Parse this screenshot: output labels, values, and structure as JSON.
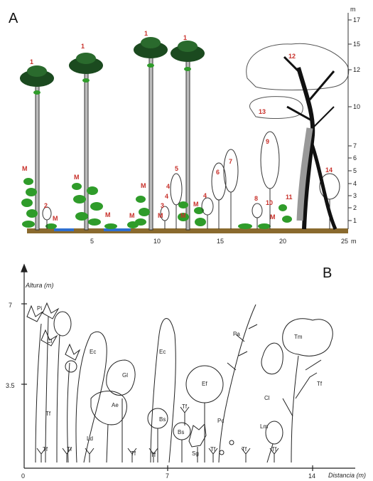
{
  "panel_a": {
    "label": "A",
    "vertical_unit": "m",
    "horizontal_unit": "m",
    "vertical_ticks": [
      "17",
      "15",
      "12",
      "10",
      "7",
      "6",
      "5",
      "4",
      "3",
      "2",
      "1"
    ],
    "horizontal_ticks": [
      "5",
      "10",
      "15",
      "20",
      "25"
    ],
    "tree_labels": [
      "1",
      "1",
      "1",
      "1",
      "2",
      "3",
      "4",
      "4",
      "5",
      "6",
      "7",
      "8",
      "9",
      "10",
      "11",
      "12",
      "13",
      "14",
      "4"
    ],
    "marker_label": "M",
    "colors": {
      "label": "#c8302a",
      "foliage": "#2f9c2a",
      "water": "#2e6fd0",
      "ground": "#8a6a2e",
      "trunk": "#111111"
    }
  },
  "panel_b": {
    "label": "B",
    "y_axis_title": "Altura (m)",
    "x_axis_title": "Distancia (m)",
    "y_ticks": [
      "7",
      "3.5"
    ],
    "x_ticks": [
      "0",
      "7",
      "14"
    ],
    "species_labels": [
      "Pi",
      "Cl",
      "Ec",
      "Ec",
      "Gl",
      "Ae",
      "Ef",
      "Pa",
      "Tm",
      "Cl",
      "Tf",
      "Bs",
      "Bs",
      "Sg",
      "Pc",
      "Lm",
      "Ld",
      "Tf",
      "Tf",
      "Tf",
      "Tf",
      "Tf",
      "Tf",
      "Tf",
      "Tf",
      "Tf"
    ]
  }
}
